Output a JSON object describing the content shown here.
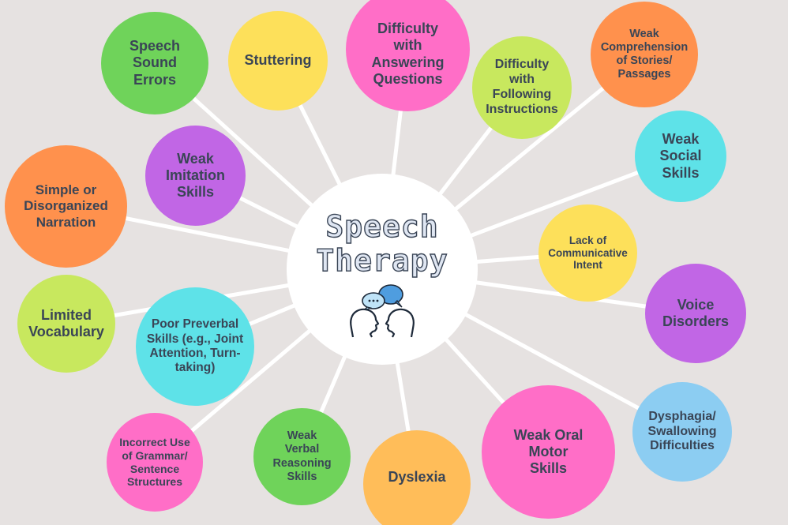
{
  "hub": {
    "title": "Speech\nTherapy",
    "icon": "two-heads-talking-icon"
  },
  "nodes": [
    {
      "label": "Speech\nSound\nErrors",
      "color": "#6fd35a"
    },
    {
      "label": "Stuttering",
      "color": "#fde05a"
    },
    {
      "label": "Difficulty\nwith\nAnswering\nQuestions",
      "color": "#ff6ec7"
    },
    {
      "label": "Difficulty\nwith\nFollowing\nInstructions",
      "color": "#c8e85e"
    },
    {
      "label": "Weak\nComprehension\nof Stories/\nPassages",
      "color": "#ff914d"
    },
    {
      "label": "Weak\nSocial\nSkills",
      "color": "#5ee2e8"
    },
    {
      "label": "Weak\nImitation\nSkills",
      "color": "#c166e5"
    },
    {
      "label": "Simple or\nDisorganized\nNarration",
      "color": "#ff914d"
    },
    {
      "label": "Lack of\nCommunicative\nIntent",
      "color": "#fde05a"
    },
    {
      "label": "Limited\nVocabulary",
      "color": "#c8e85e"
    },
    {
      "label": "Poor Preverbal\nSkills (e.g., Joint\nAttention, Turn-\ntaking)",
      "color": "#5ee2e8"
    },
    {
      "label": "Voice\nDisorders",
      "color": "#c166e5"
    },
    {
      "label": "Dysphagia/\nSwallowing\nDifficulties",
      "color": "#8ccdf2"
    },
    {
      "label": "Incorrect Use\nof Grammar/\nSentence\nStructures",
      "color": "#ff6ec7"
    },
    {
      "label": "Weak\nVerbal\nReasoning\nSkills",
      "color": "#6fd35a"
    },
    {
      "label": "Dyslexia",
      "color": "#ffbd59"
    },
    {
      "label": "Weak Oral\nMotor\nSkills",
      "color": "#ff6ec7"
    }
  ]
}
